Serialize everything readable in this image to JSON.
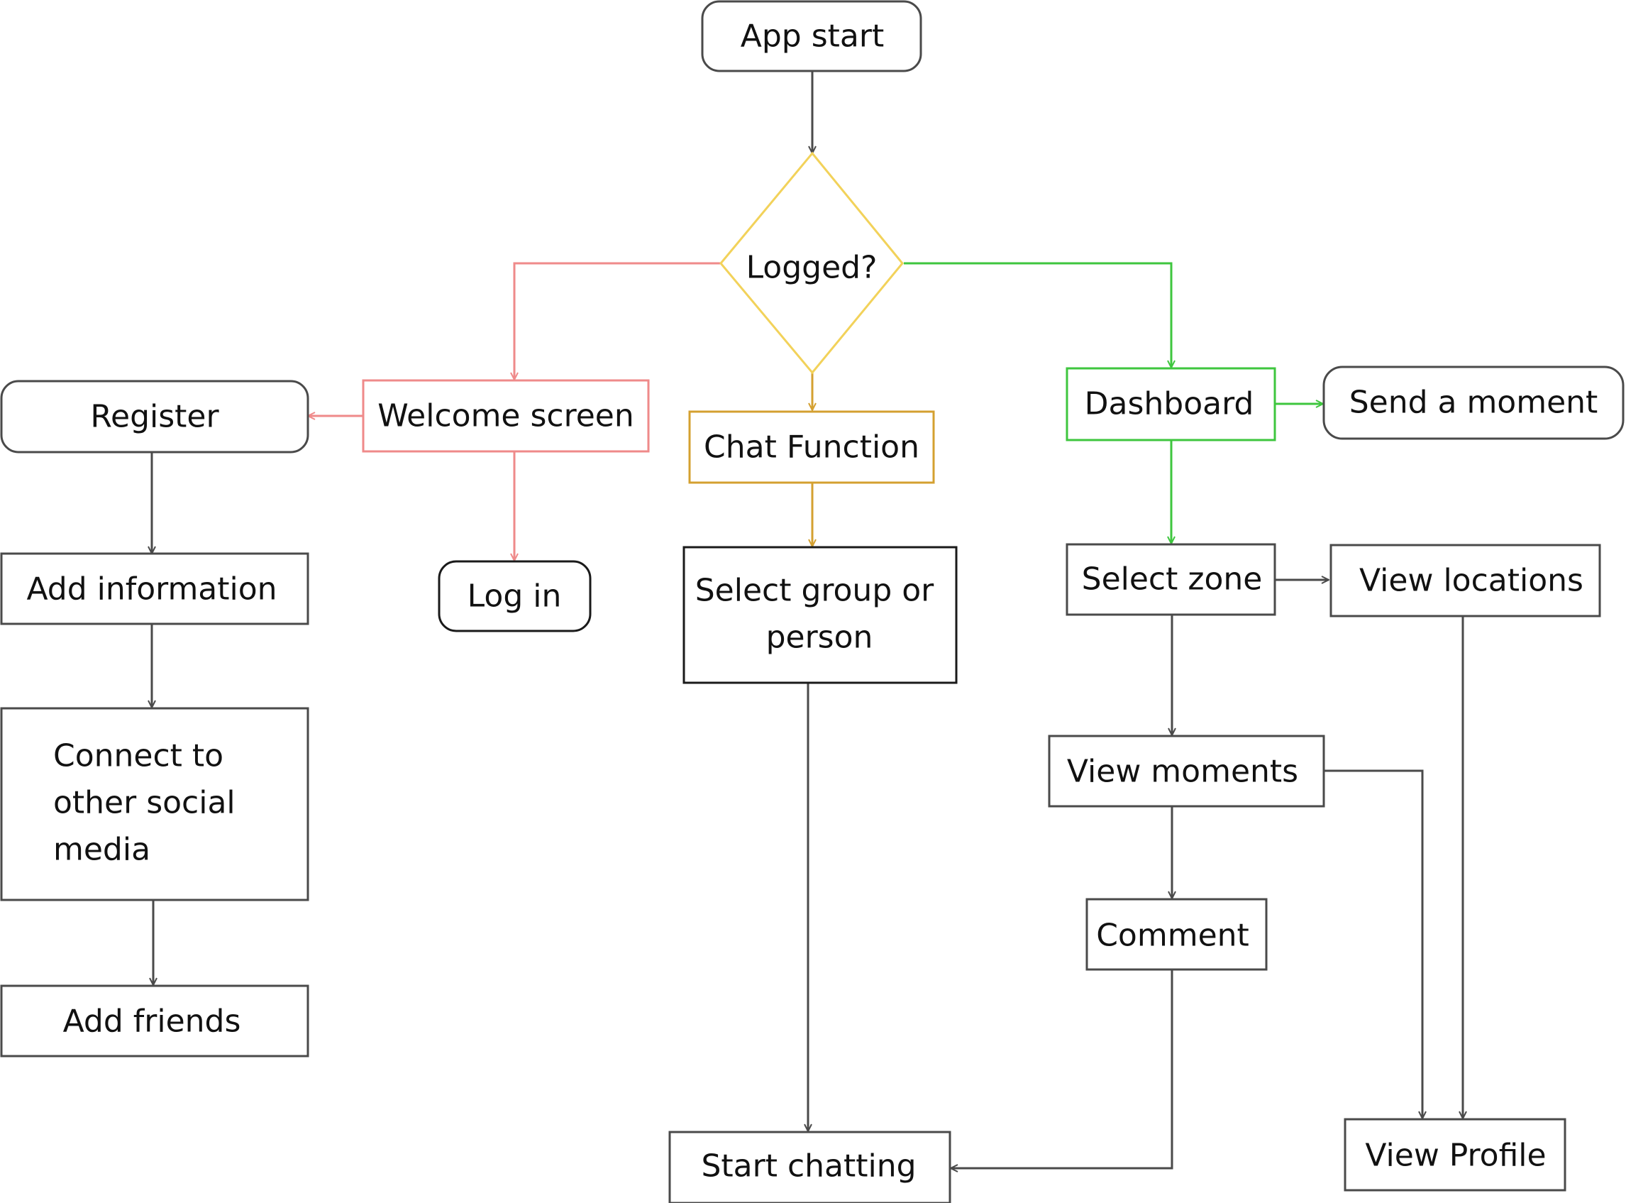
{
  "colors": {
    "default": "#4a4a4a",
    "welcome_branch": "#ef8a8a",
    "chat_branch": "#d4a030",
    "dashboard_branch": "#3ec63e",
    "decision": "#f2d25a"
  },
  "nodes": {
    "app_start": "App start",
    "logged": "Logged?",
    "register": "Register",
    "welcome_screen": "Welcome screen",
    "chat_function": "Chat Function",
    "dashboard": "Dashboard",
    "send_moment": "Send a moment",
    "add_information": "Add information",
    "log_in": "Log in",
    "select_group_line1": "Select group or",
    "select_group_line2": "person",
    "select_zone": "Select zone",
    "view_locations": "View locations",
    "connect_line1": "Connect to",
    "connect_line2": "other social",
    "connect_line3": "media",
    "view_moments": "View moments",
    "comment": "Comment",
    "add_friends": "Add friends",
    "start_chatting": "Start chatting",
    "view_profile": "View Profile"
  }
}
